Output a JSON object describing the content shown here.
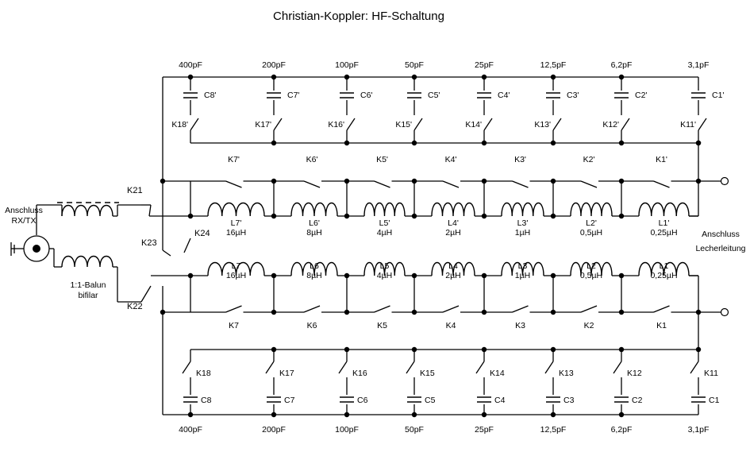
{
  "title": "Christian-Koppler: HF-Schaltung",
  "input": {
    "label_line1": "Anschluss",
    "label_line2": "RX/TX"
  },
  "output": {
    "label_line1": "Anschluss",
    "label_line2": "Lecherleitung"
  },
  "balun": {
    "label_line1": "1:1-Balun",
    "label_line2": "bifilar"
  },
  "relays": {
    "k21": "K21",
    "k22": "K22",
    "k23": "K23",
    "k24": "K24"
  },
  "top_caps": {
    "values": [
      "400pF",
      "200pF",
      "100pF",
      "50pF",
      "25pF",
      "12,5pF",
      "6,2pF",
      "3,1pF"
    ],
    "names": [
      "C8'",
      "C7'",
      "C6'",
      "C5'",
      "C4'",
      "C3'",
      "C2'",
      "C1'"
    ],
    "switches": [
      "K18'",
      "K17'",
      "K16'",
      "K15'",
      "K14'",
      "K13'",
      "K12'",
      "K11'"
    ]
  },
  "bottom_caps": {
    "values": [
      "400pF",
      "200pF",
      "100pF",
      "50pF",
      "25pF",
      "12,5pF",
      "6,2pF",
      "3,1pF"
    ],
    "names": [
      "C8",
      "C7",
      "C6",
      "C5",
      "C4",
      "C3",
      "C2",
      "C1"
    ],
    "switches": [
      "K18",
      "K17",
      "K16",
      "K15",
      "K14",
      "K13",
      "K12",
      "K11"
    ]
  },
  "top_coils": {
    "names": [
      "L7'",
      "L6'",
      "L5'",
      "L4'",
      "L3'",
      "L2'",
      "L1'"
    ],
    "values": [
      "16µH",
      "8µH",
      "4µH",
      "2µH",
      "1µH",
      "0,5µH",
      "0,25µH"
    ],
    "switches": [
      "K7'",
      "K6'",
      "K5'",
      "K4'",
      "K3'",
      "K2'",
      "K1'"
    ]
  },
  "bottom_coils": {
    "names": [
      "L7",
      "L6",
      "L5",
      "L4",
      "L3",
      "L2",
      "L1"
    ],
    "values": [
      "16µH",
      "8µH",
      "4µH",
      "2µH",
      "1µH",
      "0,5µH",
      "0,25µH"
    ],
    "switches": [
      "K7",
      "K6",
      "K5",
      "K4",
      "K3",
      "K2",
      "K1"
    ]
  }
}
